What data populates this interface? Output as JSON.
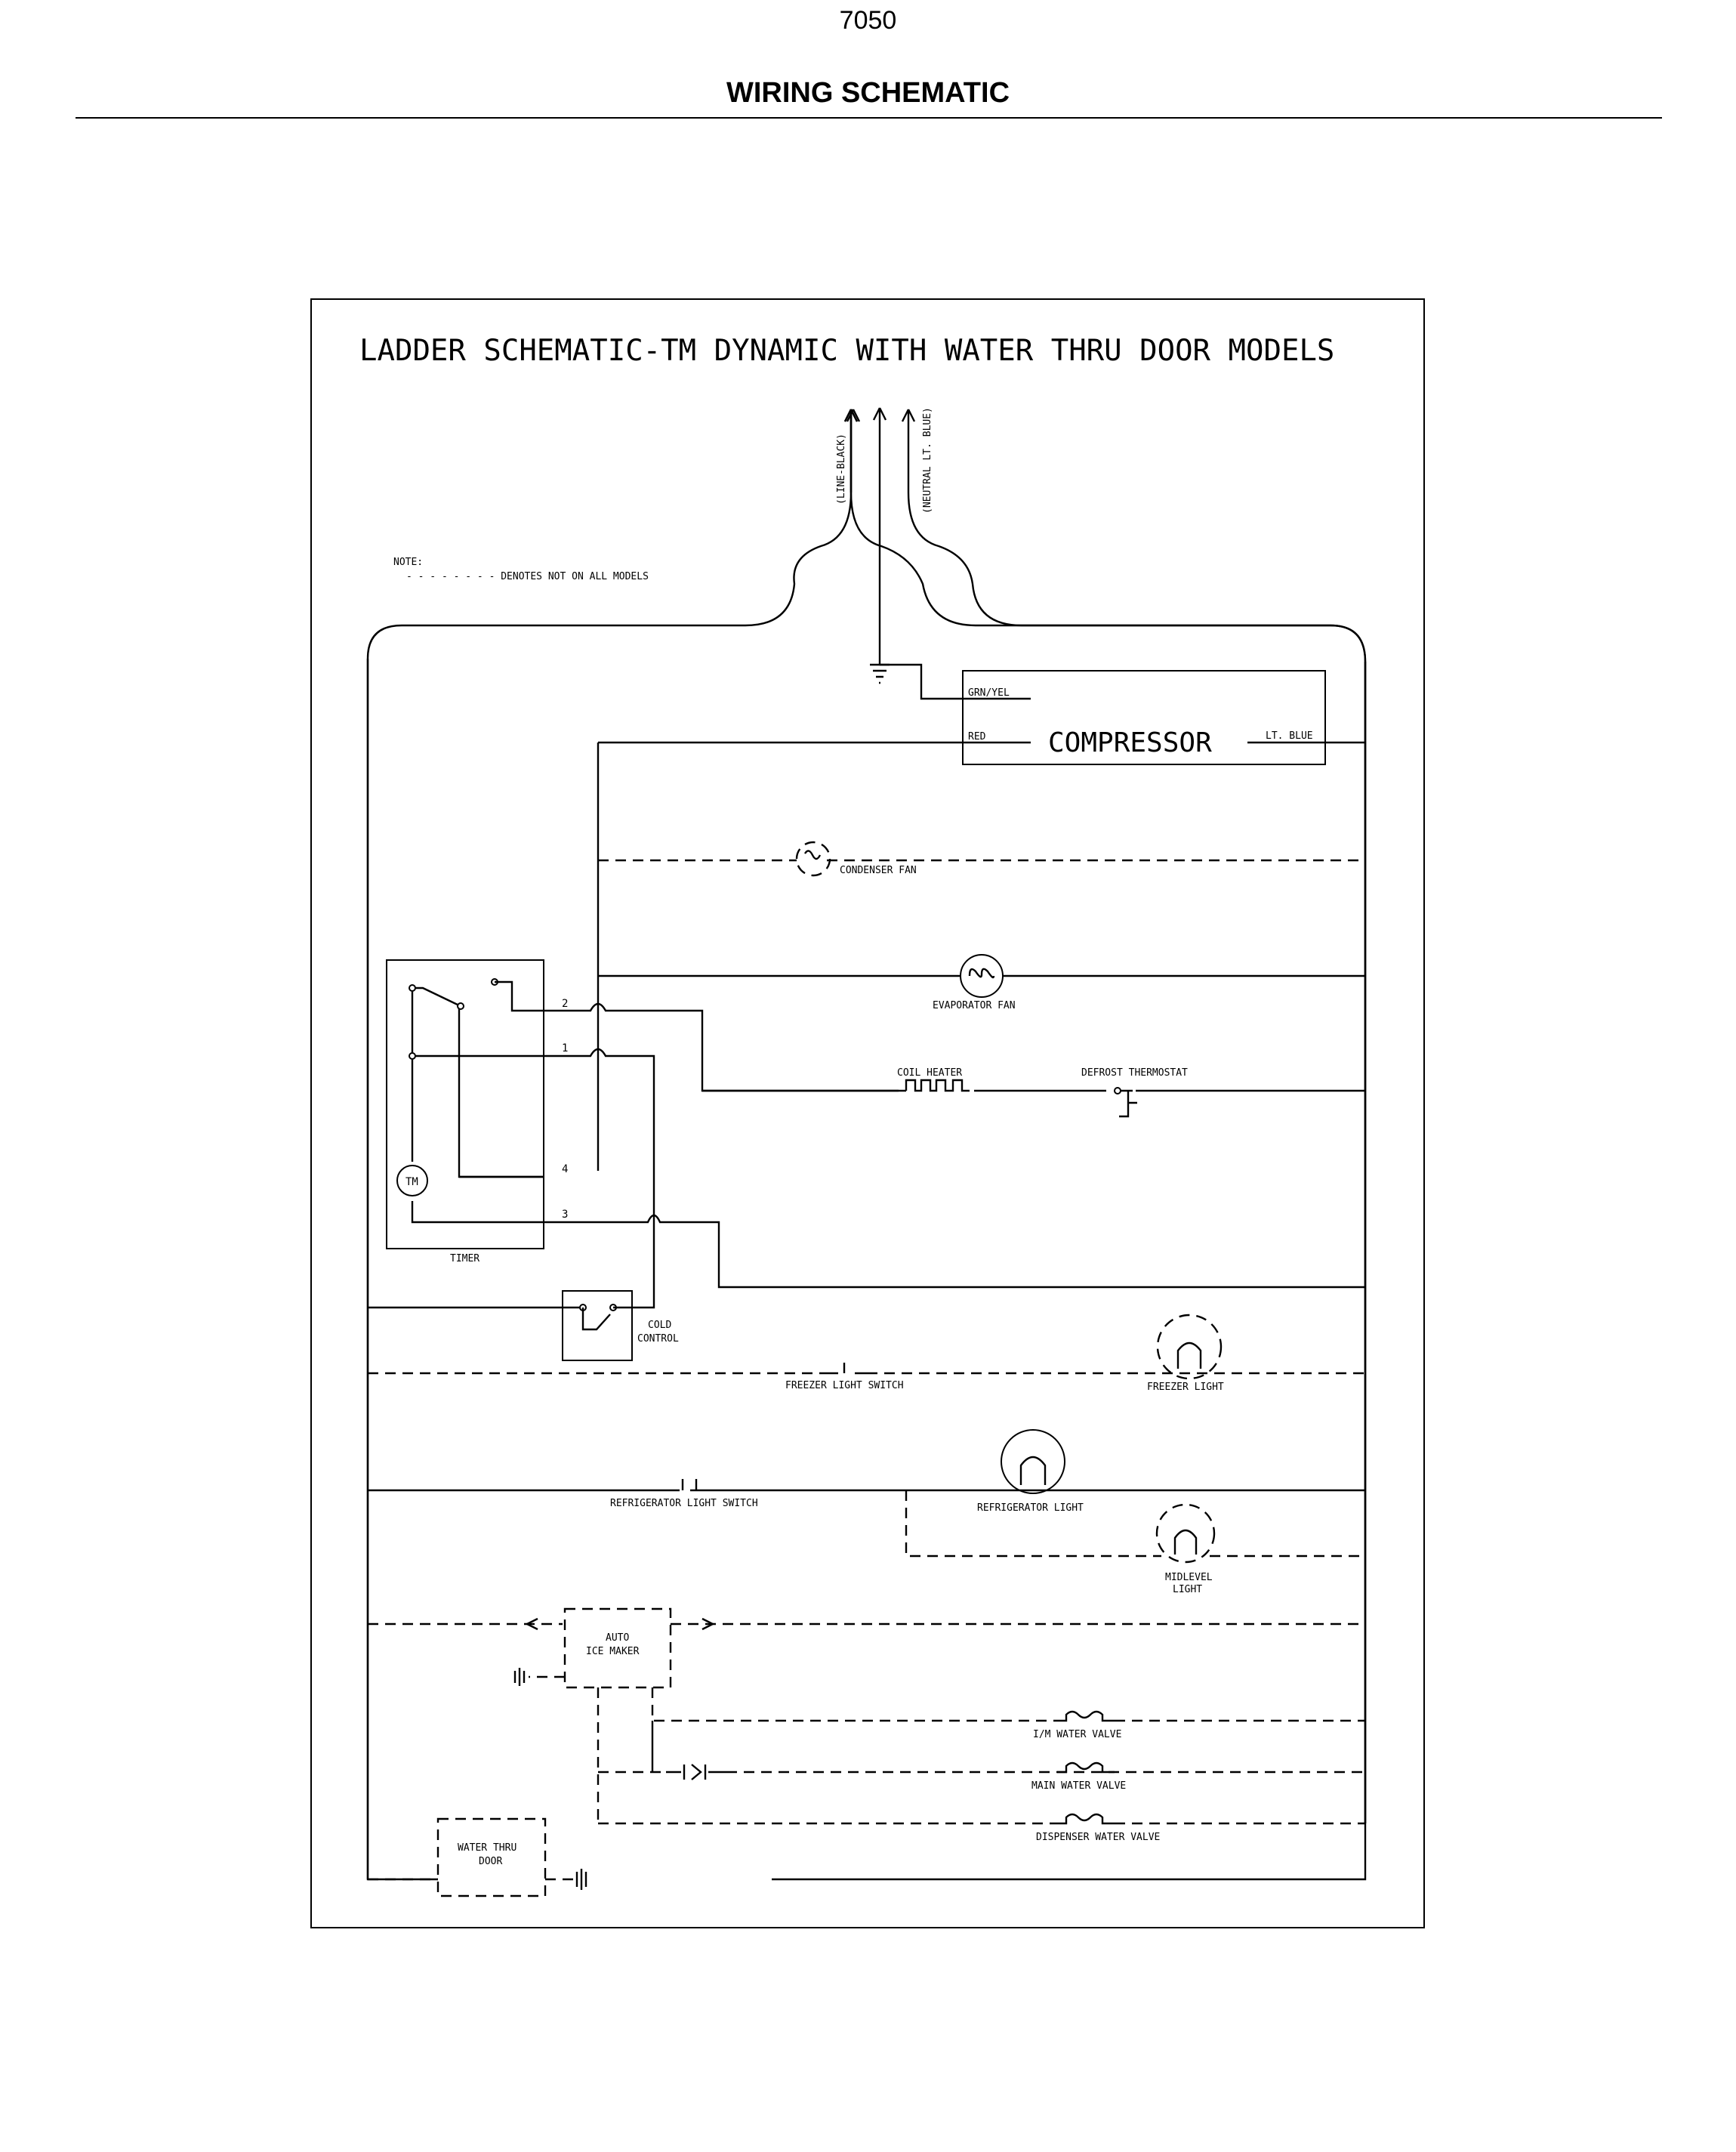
{
  "page": {
    "number": "7050",
    "heading": "WIRING SCHEMATIC"
  },
  "diagram": {
    "title": "LADDER SCHEMATIC-TM DYNAMIC WITH WATER THRU DOOR MODELS",
    "supply": {
      "line_label": "(LINE-BLACK)",
      "neutral_label": "(NEUTRAL LT. BLUE)"
    },
    "note": {
      "label": "NOTE:",
      "text": "- - - - - - - -  DENOTES NOT ON ALL MODELS"
    },
    "compressor": {
      "label": "COMPRESSOR",
      "wire_grn_yel": "GRN/YEL",
      "wire_red": "RED",
      "wire_lt_blue": "LT. BLUE"
    },
    "timer": {
      "label": "TIMER",
      "motor_label": "TM",
      "terminals": [
        "2",
        "1",
        "4",
        "3"
      ]
    },
    "components": {
      "condenser_fan": "CONDENSER FAN",
      "evaporator_fan": "EVAPORATOR FAN",
      "coil_heater": "COIL HEATER",
      "defrost_thermostat": "DEFROST THERMOSTAT",
      "cold_control_line1": "COLD",
      "cold_control_line2": "CONTROL",
      "freezer_light_switch": "FREEZER LIGHT SWITCH",
      "freezer_light": "FREEZER LIGHT",
      "refrigerator_light_switch": "REFRIGERATOR LIGHT SWITCH",
      "refrigerator_light": "REFRIGERATOR LIGHT",
      "midlevel_light_line1": "MIDLEVEL",
      "midlevel_light_line2": "LIGHT",
      "ice_maker_line1": "AUTO",
      "ice_maker_line2": "ICE MAKER",
      "im_water_valve": "I/M WATER VALVE",
      "main_water_valve": "MAIN WATER VALVE",
      "dispenser_water_valve": "DISPENSER WATER VALVE",
      "water_thru_door_line1": "WATER THRU",
      "water_thru_door_line2": "DOOR"
    }
  }
}
